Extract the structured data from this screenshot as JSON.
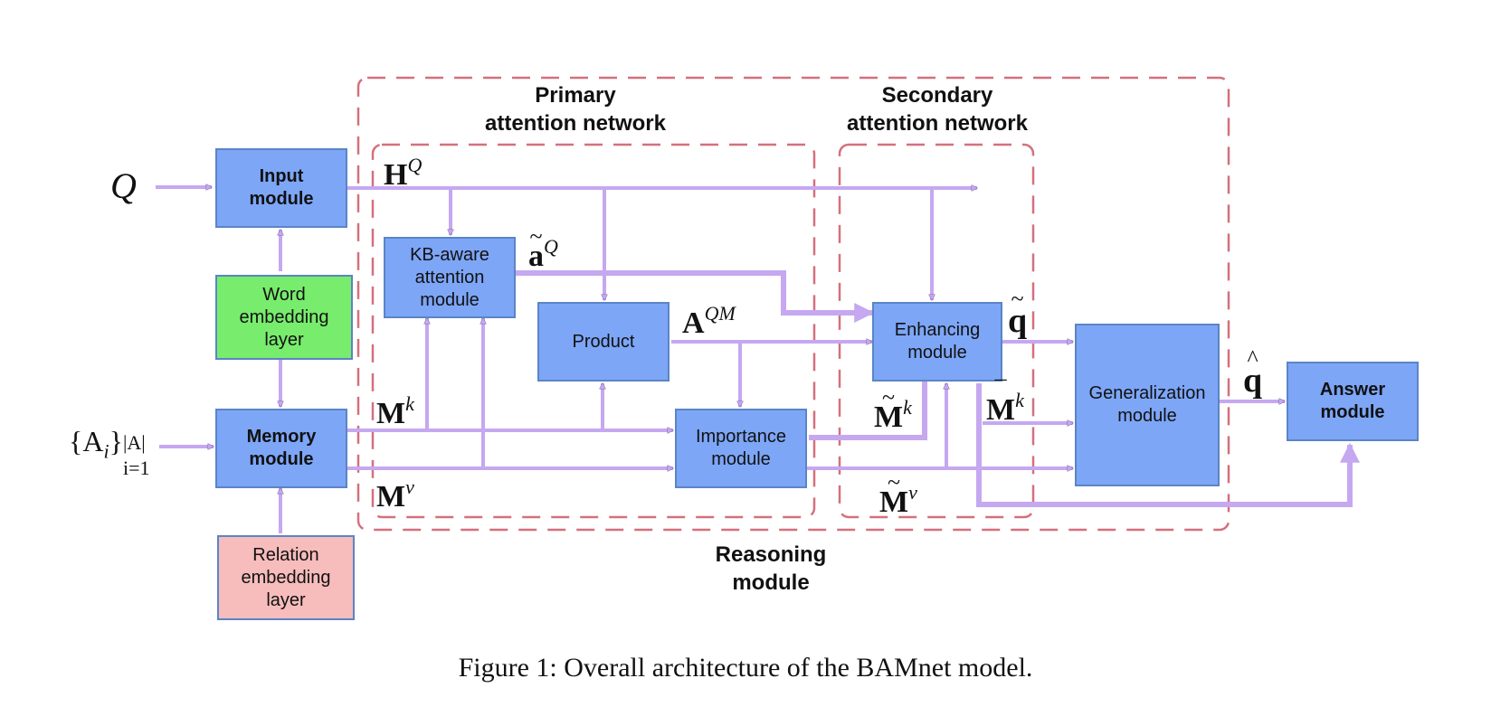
{
  "boxes": {
    "input": "Input\nmodule",
    "word": "Word\nembedding\nlayer",
    "memory": "Memory\nmodule",
    "relation": "Relation\nembedding\nlayer",
    "kb": "KB-aware\nattention\nmodule",
    "product": "Product",
    "importance": "Importance\nmodule",
    "enhancing": "Enhancing\nmodule",
    "generalization": "Generalization\nmodule",
    "answer": "Answer\nmodule"
  },
  "regions": {
    "primary": "Primary\nattention network",
    "secondary": "Secondary\nattention network",
    "reasoning": "Reasoning\nmodule"
  },
  "symbols": {
    "q": "Q",
    "ai_base": "{A",
    "ai_sub": "i",
    "ai_close": "}",
    "ai_sup": "|A|",
    "ai_lower": "i=1",
    "hq": "H",
    "hq_sup": "Q",
    "aq": "a",
    "aq_sup": "Q",
    "aqm": "A",
    "aqm_sup": "QM",
    "mk": "M",
    "mk_sup": "k",
    "mv": "M",
    "mv_sup": "v",
    "mk_tilde": "M",
    "mk_tilde_sup": "k",
    "mv_tilde": "M",
    "mv_tilde_sup": "v",
    "mk_bar": "M",
    "mk_bar_sup": "k",
    "q_tilde": "q",
    "q_hat": "q",
    "tilde": "~",
    "bar": "¯",
    "hat": "^"
  },
  "caption": "Figure 1: Overall architecture of the BAMnet model.",
  "colors": {
    "box_blue": "#7da6f7",
    "box_green": "#78ec6d",
    "box_pink": "#f7bcbc",
    "arrow": "#c5a8f0",
    "dashed_border": "#d4707e"
  }
}
